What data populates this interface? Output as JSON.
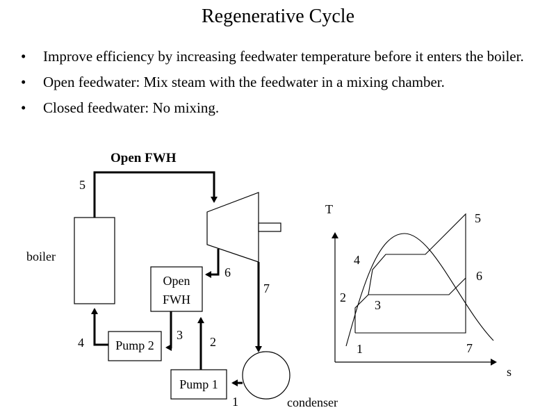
{
  "slide": {
    "title": "Regenerative Cycle",
    "bullets": [
      "Improve efficiency by increasing feedwater temperature before it enters the boiler.",
      "Open feedwater: Mix steam with the feedwater in a mixing chamber.",
      "Closed feedwater: No mixing."
    ]
  },
  "schematic": {
    "heading": "Open FWH",
    "boiler_label": "boiler",
    "fwh_label_line1": "Open",
    "fwh_label_line2": "FWH",
    "pump2_label": "Pump 2",
    "pump1_label": "Pump 1",
    "condenser_label": "condenser",
    "state_labels": {
      "s1": "1",
      "s2": "2",
      "s3": "3",
      "s4": "4",
      "s5": "5",
      "s6": "6",
      "s7": "7"
    }
  },
  "ts_diagram": {
    "y_axis_label": "T",
    "x_axis_label": "s",
    "state_labels": {
      "s1": "1",
      "s2": "2",
      "s3": "3",
      "s4": "4",
      "s5": "5",
      "s6": "6",
      "s7": "7"
    }
  }
}
